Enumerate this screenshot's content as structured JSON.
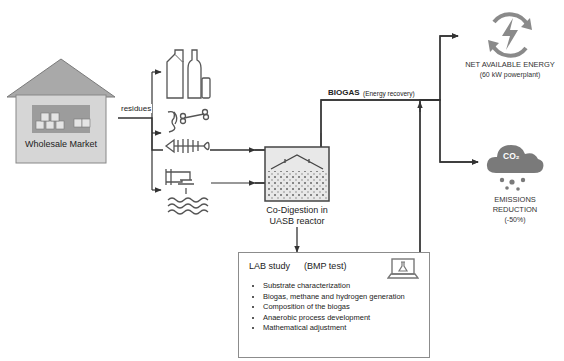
{
  "diagram": {
    "nodes": [
      {
        "text": [
          "Wholesale Market"
        ]
      },
      {
        "text": [
          "Co-Digestion in UASB reactor"
        ]
      },
      {
        "text": [
          "NET AVAILABLE ENERGY",
          "(60 kW powerplant)"
        ]
      },
      {
        "text": [
          "EMISSIONS REDUCTION",
          "(-50%)"
        ]
      },
      {
        "text": [
          "LAB study",
          "(BMP test)",
          "Substrate characterization",
          "Biogas, methane and hydrogen generation",
          "Composition of the biogas",
          "Anaerobic process development",
          "Mathematical adjustment"
        ]
      }
    ],
    "edges": [
      {
        "from": 0,
        "to": 1,
        "label": "residues",
        "arrow": "to"
      },
      {
        "from": 1,
        "to": 2,
        "label": "BIOGAS",
        "arrow": "to"
      },
      {
        "from": 1,
        "to": 3,
        "arrow": "to"
      },
      {
        "from": 1,
        "to": 4,
        "arrow": "to"
      },
      {
        "from": 4,
        "to": 2,
        "arrow": "to"
      },
      {
        "from": 4,
        "to": 3,
        "arrow": "to"
      }
    ],
    "labels": [
      "(Energy recovery)",
      "CO₂"
    ]
  }
}
